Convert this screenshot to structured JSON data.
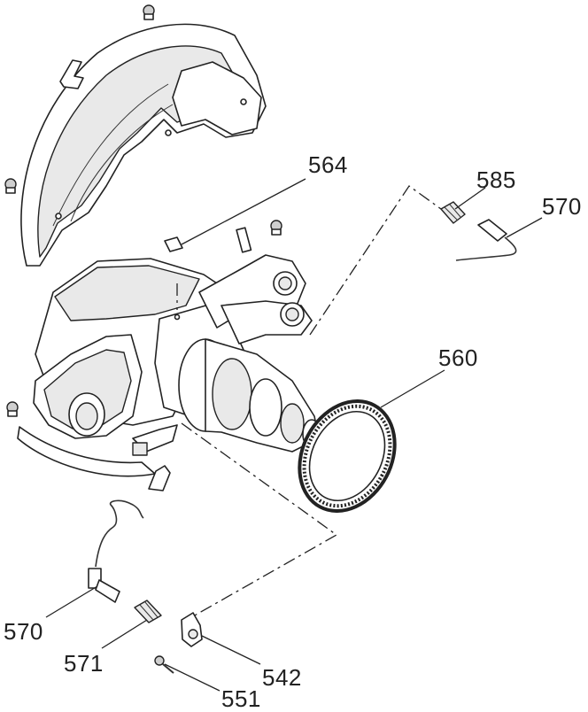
{
  "callouts": {
    "c564": "564",
    "c585": "585",
    "c570_top": "570",
    "c560": "560",
    "c570_bottom": "570",
    "c571": "571",
    "c542": "542",
    "c551": "551"
  }
}
